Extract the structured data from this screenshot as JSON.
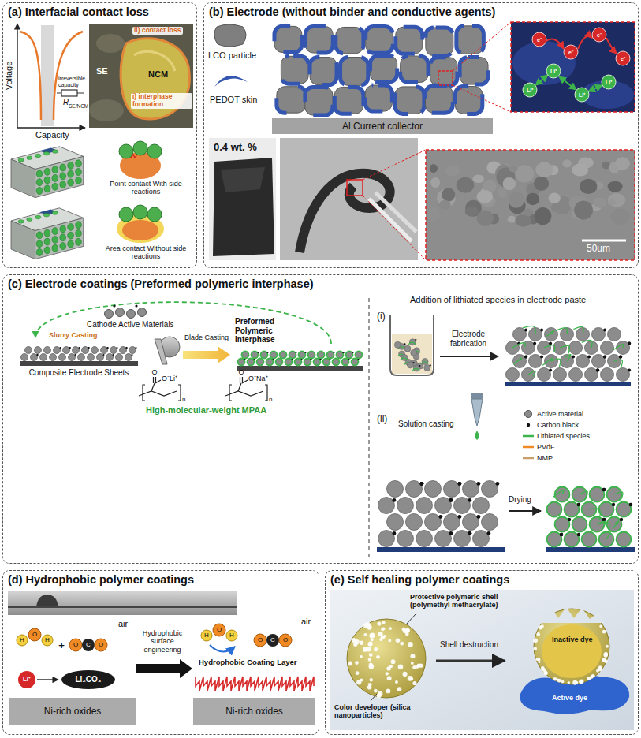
{
  "diagram": {
    "nodes": [
      {
        "text": [
          "(a) Interfacial contact loss"
        ]
      },
      {
        "text": [
          "(b) Electrode (without binder and conductive agents)"
        ]
      },
      {
        "text": [
          "Al Current collector"
        ],
        "in": 1
      },
      {
        "text": [
          "(c) Electrode coatings (Preformed polymeric interphase)"
        ]
      },
      {
        "text": [
          "(d) Hydrophobic polymer coatings"
        ]
      },
      {
        "text": [
          "Ni-rich oxides"
        ],
        "in": 4
      },
      {
        "text": [
          "Ni-rich oxides"
        ],
        "in": 4
      },
      {
        "text": [
          "(e) Self healing polymer coatings"
        ]
      }
    ],
    "labels": [
      "Voltage",
      "Capacity",
      "irreversible capacity",
      "R",
      "SE/NCM",
      "ii) contact loss",
      "i) interphase formation",
      "SE",
      "NCM",
      "Point contact With side reactions",
      "Area contact Without side reactions",
      "LCO particle",
      "PEDOT skin",
      "Li⁺",
      "Li⁺",
      "Li⁺",
      "Li⁺",
      "e⁻",
      "e⁻",
      "e⁻",
      "e⁻",
      "0.4 wt. %",
      "50um",
      "Cathode Active Materials",
      "Slurry Casting",
      "Composite Electrode Sheets",
      "Blade Casting",
      "Preformed Polymeric Interphase",
      "O",
      "O⁻Li⁺",
      "n",
      "O",
      "O⁻Na⁺",
      "n",
      "High-molecular-weight MPAA",
      "Addition of lithiated species in electrode paste",
      "(i)",
      "Electrode fabrication",
      "(ii)",
      "Solution casting",
      "Drying",
      "air",
      "H",
      "O",
      "H",
      "+",
      "O",
      "C",
      "O",
      "Li⁺",
      "Li₂CO₃",
      "Hydrophobic surface engineering",
      "air",
      "H",
      "O",
      "H",
      "O",
      "C",
      "O",
      "Hydrophobic Coating Layer",
      "Protective polymeric shell (polymethyl methacrylate)",
      "Color developer (silica nanoparticles)",
      "Shell destruction",
      "Inactive dye",
      "Active dye"
    ],
    "legend": [
      {
        "text": "Active material"
      },
      {
        "text": "Carbon black"
      },
      {
        "text": "Lithiated species"
      },
      {
        "text": "PVdF"
      },
      {
        "text": "NMP"
      }
    ]
  }
}
